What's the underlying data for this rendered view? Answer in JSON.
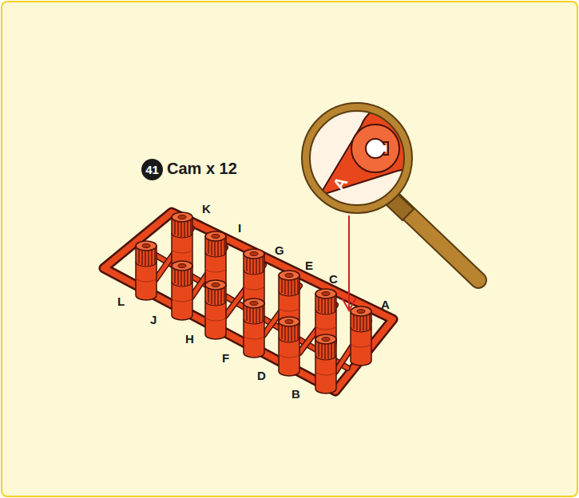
{
  "diagram": {
    "title": "Cam x 12",
    "labels": [
      "41",
      "K",
      "I",
      "G",
      "E",
      "C",
      "A",
      "L",
      "J",
      "H",
      "F",
      "D",
      "B",
      "A"
    ]
  }
}
